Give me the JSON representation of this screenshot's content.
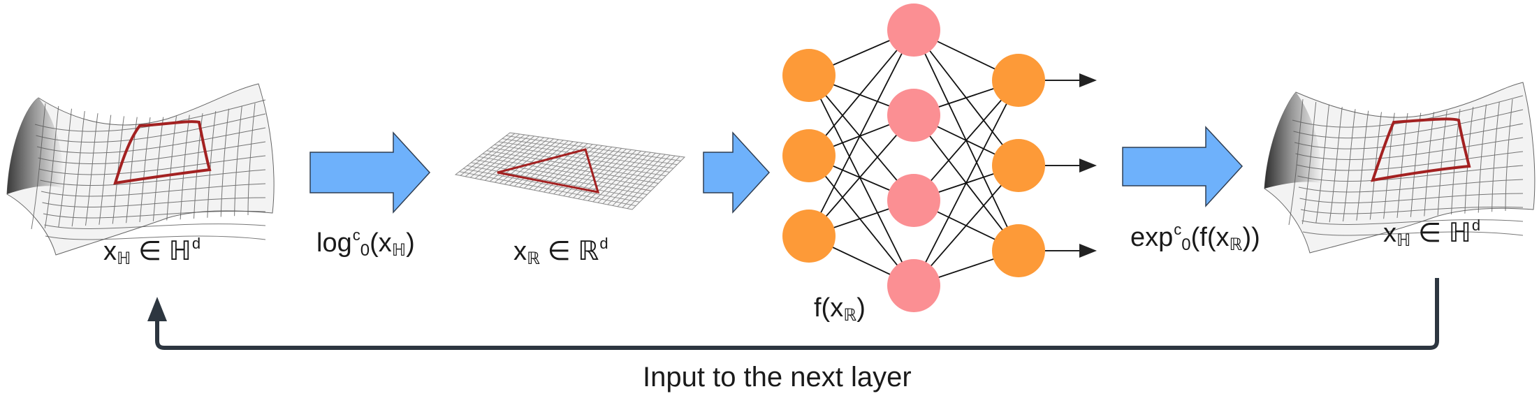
{
  "labels": {
    "x_h_left": {
      "base": "x",
      "sub": "ℍ",
      "op": " ∈ ",
      "space": "ℍ",
      "sup": "d"
    },
    "log_map": {
      "fn": "log",
      "sup": "c",
      "sub": "0",
      "arg_open": "(x",
      "arg_sub": "ℍ",
      "arg_close": ")"
    },
    "x_r": {
      "base": "x",
      "sub": "ℝ",
      "op": " ∈ ",
      "space": "ℝ",
      "sup": "d"
    },
    "f_x": {
      "open": "f(x",
      "sub": "ℝ",
      "close": ")"
    },
    "exp_map": {
      "fn": "exp",
      "sup": "c",
      "sub": "0",
      "arg_open": "(f(x",
      "arg_sub": "ℝ",
      "arg_close": "))"
    },
    "x_h_right": {
      "base": "x",
      "sub": "ℍ",
      "op": " ∈ ",
      "space": "ℍ",
      "sup": "d"
    },
    "feedback": "Input to the next layer"
  },
  "network": {
    "input_nodes": 3,
    "hidden_nodes": 4,
    "output_nodes": 3
  },
  "colors": {
    "arrow_fill": "#6eb1fb",
    "arrow_stroke": "#2f3e52",
    "input_node": "#fd9a38",
    "hidden_node": "#fb8f93",
    "output_node": "#fd9a38",
    "triangle": "#a32121",
    "feedback_line": "#2d3640"
  }
}
